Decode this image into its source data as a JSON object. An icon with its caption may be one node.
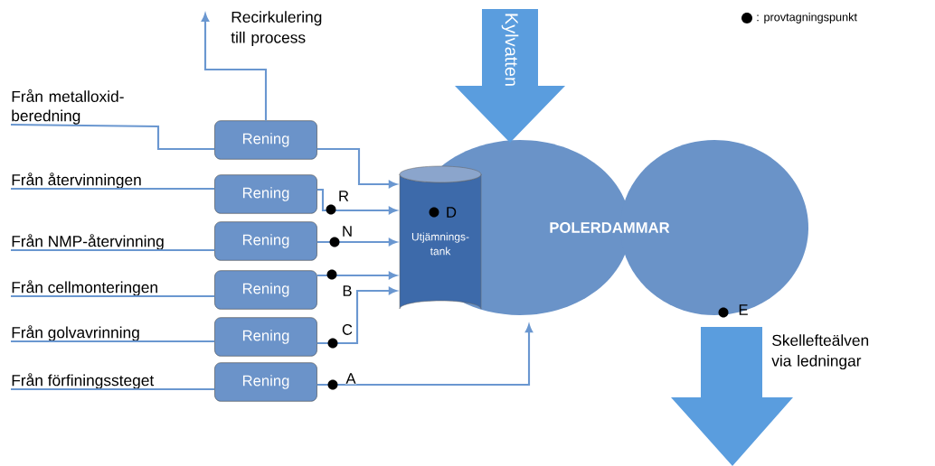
{
  "diagram": {
    "nodes": [
      {
        "text": [
          "Från metalloxid-beredning"
        ]
      },
      {
        "text": [
          "Från återvinningen"
        ]
      },
      {
        "text": [
          "Från NMP-återvinning"
        ]
      },
      {
        "text": [
          "Från cellmonteringen"
        ]
      },
      {
        "text": [
          "Från golvavrinning"
        ]
      },
      {
        "text": [
          "Från förfiningssteget"
        ]
      },
      {
        "text": [
          "Rening"
        ]
      },
      {
        "text": [
          "Rening"
        ]
      },
      {
        "text": [
          "Rening"
        ]
      },
      {
        "text": [
          "Rening"
        ]
      },
      {
        "text": [
          "Rening"
        ]
      },
      {
        "text": [
          "Rening"
        ]
      },
      {
        "text": [
          "Recirkulering till process"
        ]
      },
      {
        "text": [
          "Utjämnings-tank"
        ]
      },
      {
        "text": [
          "POLERDAMMAR"
        ]
      },
      {
        "text": [
          "Kylvatten"
        ]
      },
      {
        "text": [],
        "shape": "arrow",
        "beside": [
          "Skellefteälven via ledningar"
        ]
      }
    ],
    "edges": [
      {
        "from": 0,
        "to": 6,
        "arrow": "none"
      },
      {
        "from": 1,
        "to": 7,
        "arrow": "none"
      },
      {
        "from": 2,
        "to": 8,
        "arrow": "none"
      },
      {
        "from": 3,
        "to": 9,
        "arrow": "none"
      },
      {
        "from": 4,
        "to": 10,
        "arrow": "none"
      },
      {
        "from": 5,
        "to": 11,
        "arrow": "none"
      },
      {
        "from": 6,
        "to": 12,
        "arrow": "to"
      },
      {
        "from": 6,
        "to": 13,
        "arrow": "to"
      },
      {
        "from": 7,
        "to": 13,
        "arrow": "to",
        "label": "R"
      },
      {
        "from": 8,
        "to": 13,
        "arrow": "to",
        "label": "N"
      },
      {
        "from": 9,
        "to": 13,
        "arrow": "to",
        "label": "B"
      },
      {
        "from": 10,
        "to": 13,
        "arrow": "to",
        "label": "C"
      },
      {
        "from": 11,
        "to": 14,
        "arrow": "to",
        "label": "A"
      }
    ],
    "labels": [
      "D",
      "E"
    ],
    "legend": [
      {
        "text": ": provtagningspunkt"
      }
    ]
  }
}
